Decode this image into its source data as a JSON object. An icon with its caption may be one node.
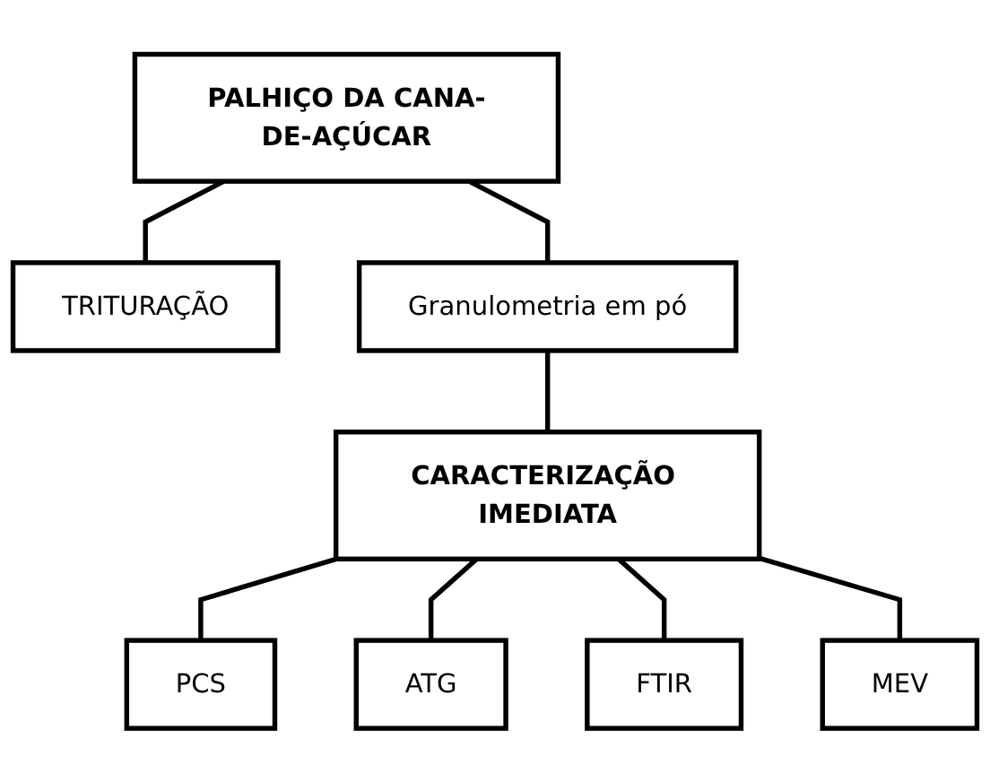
{
  "diagram": {
    "nodes": [
      {
        "text": [
          "PALHIÇO DA CANA-DE-AÇÚCAR"
        ]
      },
      {
        "text": [
          "TRITURAÇÃO"
        ]
      },
      {
        "text": [
          "Granulometria em pó"
        ]
      },
      {
        "text": [
          "CARACTERIZAÇÃO IMEDIATA"
        ]
      },
      {
        "text": [
          "PCS"
        ]
      },
      {
        "text": [
          "ATG"
        ]
      },
      {
        "text": [
          "FTIR"
        ]
      },
      {
        "text": [
          "MEV"
        ]
      }
    ],
    "edges": [
      {
        "from": 0,
        "to": 1,
        "arrow": "none"
      },
      {
        "from": 0,
        "to": 2,
        "arrow": "none"
      },
      {
        "from": 2,
        "to": 3,
        "arrow": "none"
      },
      {
        "from": 3,
        "to": 4,
        "arrow": "none"
      },
      {
        "from": 3,
        "to": 5,
        "arrow": "none"
      },
      {
        "from": 3,
        "to": 6,
        "arrow": "none"
      },
      {
        "from": 3,
        "to": 7,
        "arrow": "none"
      }
    ]
  }
}
